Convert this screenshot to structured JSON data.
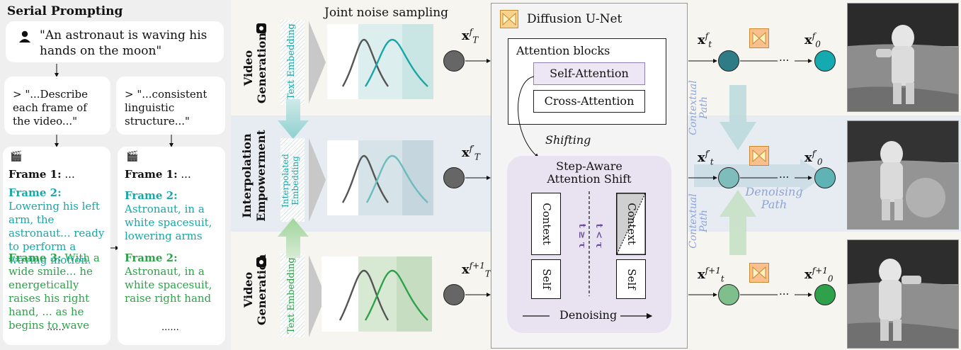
{
  "left": {
    "title": "Serial Prompting",
    "prompt": "\"An astronaut is waving his hands on the moon\"",
    "card1": "> \"...Describe each frame of the video...\"",
    "card2": "> \"...consistent linguistic structure...\"",
    "f1_label": "Frame 1:",
    "f1_text": "...",
    "f2_label": "Frame 2:",
    "f2_text": "Lowering his left arm, the astronaut... ready to perform a waving motion.",
    "f3_label": "Frame 3:",
    "f3_text": "With a wide smile... he energetically raises his right hand, ... as he begins to wave",
    "ellipsis": "......",
    "r1_label": "Frame 1:",
    "r1_text": "...",
    "r2_label": "Frame 2:",
    "r2_text": "Astronaut, in a white spacesuit, lowering arms",
    "r3_label": "Frame 2:",
    "r3_text": "Astronaut, in a white spacesuit, raise right hand",
    "r_ellipsis": "......"
  },
  "middle": {
    "joint_noise": "Joint noise sampling",
    "row1_title": "Video Generation",
    "row2_title": "Interpolation Empowerment",
    "row3_title": "Video Generation",
    "emb1": "Text Embedding",
    "emb2": "Interpolated Embedding",
    "emb3": "Text Embedding",
    "xT1": "x",
    "xT1_sup": "f",
    "xT1_sub": "T",
    "xT2": "x",
    "xT2_sup": "f′",
    "xT2_sub": "T",
    "xT3": "x",
    "xT3_sup": "f+1",
    "xT3_sub": "T"
  },
  "unet": {
    "title": "Diffusion U-Net",
    "attn_blocks": "Attention blocks",
    "self_attn": "Self-Attention",
    "cross_attn": "Cross-Attention",
    "shifting": "Shifting",
    "sas_title1": "Step-Aware",
    "sas_title2": "Attention Shift",
    "context": "Context",
    "self": "Self",
    "t_ge": "t ≥ τ",
    "t_lt": "t < τ",
    "denoising": "Denoising"
  },
  "right": {
    "xt1": "x",
    "xt1_sup": "f",
    "xt1_sub": "t",
    "xt2": "x",
    "xt2_sup": "f′",
    "xt2_sub": "t",
    "xt3": "x",
    "xt3_sup": "f+1",
    "xt3_sub": "t",
    "x01": "x",
    "x01_sup": "f",
    "x01_sub": "0",
    "x02": "x",
    "x02_sup": "f′",
    "x02_sub": "0",
    "x03": "x",
    "x03_sup": "f+1",
    "x03_sub": "0",
    "dots": "···",
    "contextual_path": "Contextual Path",
    "denoising_path": "Denoising Path"
  },
  "colors": {
    "teal": "#1aa6a6",
    "green": "#2ea14a",
    "lavender": "#ece6f3",
    "band": "#e7edf3"
  }
}
